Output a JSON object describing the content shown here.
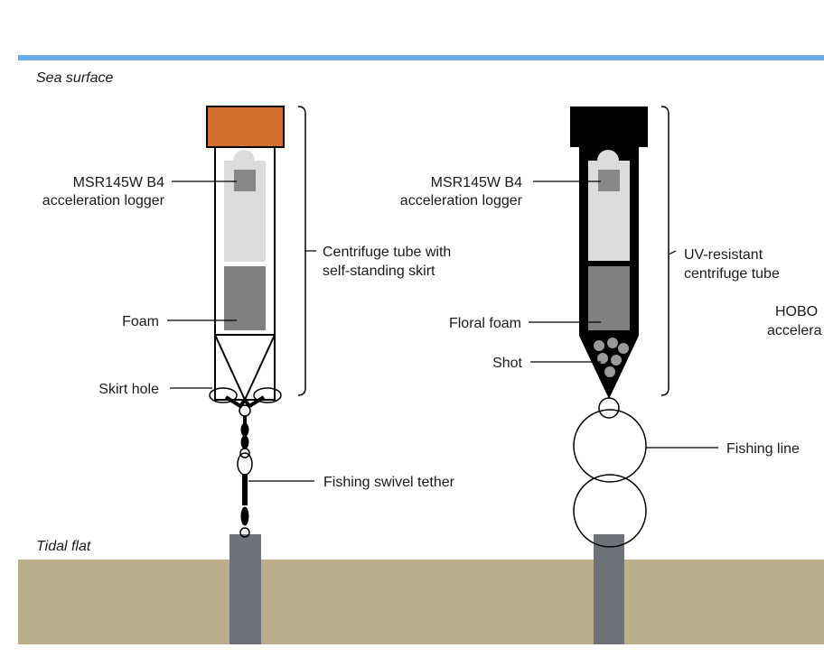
{
  "colors": {
    "surface_line": "#6fa8e6",
    "ground": "#baaf8a",
    "stake": "#6f7179",
    "cap_orange": "#d46e2f",
    "tube_black": "#000000",
    "light_gray": "#dcdcdc",
    "foam_gray": "#808080",
    "logger_gray": "#888888"
  },
  "labels": {
    "sea_surface": "Sea surface",
    "tidal_flat": "Tidal flat"
  },
  "left_device": {
    "logger_line1": "MSR145W B4",
    "logger_line2": "acceleration logger",
    "tube_line1": "Centrifuge tube with",
    "tube_line2": "self-standing skirt",
    "foam": "Foam",
    "skirt_hole": "Skirt hole",
    "tether": "Fishing swivel tether"
  },
  "middle_device": {
    "logger_line1": "MSR145W B4",
    "logger_line2": "acceleration logger",
    "tube_line1": "UV-resistant",
    "tube_line2": "centrifuge tube",
    "foam": "Floral foam",
    "shot": "Shot",
    "line": "Fishing line"
  },
  "right_device": {
    "logger_line1": "HOBO",
    "logger_line2": "accelera"
  }
}
